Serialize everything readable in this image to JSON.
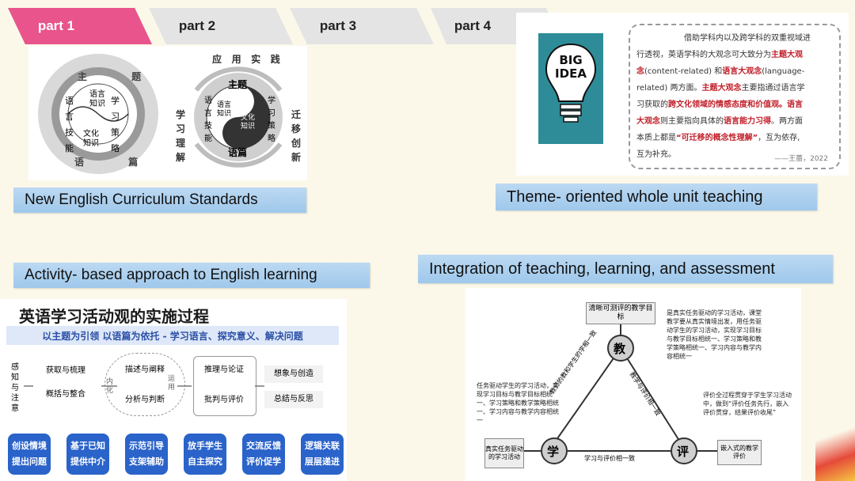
{
  "tabs": [
    {
      "label": "part 1",
      "active": true
    },
    {
      "label": "part 2",
      "active": false
    },
    {
      "label": "part 3",
      "active": false
    },
    {
      "label": "part 4",
      "active": false
    }
  ],
  "colors": {
    "active_tab": "#e8548b",
    "inactive_tab": "#e4e4e4",
    "caption_bg": "#a9cdee",
    "accent_red": "#c0202a",
    "blue": "#2a63c9"
  },
  "captions": {
    "standards": "New English Curriculum Standards",
    "theme": "Theme- oriented whole unit teaching",
    "activity": "Activity- based approach to English learning",
    "integration": "Integration of teaching, learning, and assessment"
  },
  "circle1": {
    "outer_top": "主  题",
    "outer_bottom": "语  篇",
    "inner": [
      "语言知识",
      "文化知识"
    ],
    "left_col": [
      "语",
      "言",
      "技",
      "能"
    ],
    "right_col": [
      "学",
      "习",
      "策",
      "略"
    ]
  },
  "circle2": {
    "arc_top": [
      "应",
      "用",
      "实",
      "践"
    ],
    "arc_left": [
      "学",
      "习",
      "理",
      "解"
    ],
    "arc_right": [
      "迁",
      "移",
      "创",
      "新"
    ],
    "theme": "主题",
    "text_word": "语篇",
    "inner": [
      "语言知识",
      "文化知识"
    ],
    "left_col": [
      "语",
      "言",
      "技",
      "能"
    ],
    "right_col": [
      "学",
      "习",
      "策",
      "略"
    ]
  },
  "big_idea": {
    "line1": "BIG",
    "line2": "IDEA"
  },
  "quote": {
    "lines": [
      "借助学科内以及跨学科的双重视域进",
      "行透视，英语学科的大观念可大致分为主题大观",
      "念 (content-related) 和语言大观念 (language-",
      "related) 两方面。主题大观念主要指通过语言学",
      "习获取的跨文化领域的情感态度和价值观。语言",
      "大观念则主要指向具体的语言能力习得。两方面",
      "本质上都是“可迁移的概念性理解”，互为依存,",
      "互为补充。"
    ],
    "signature": "——王蔷，2022"
  },
  "activity": {
    "title": "英语学习活动观的实施过程",
    "subtitle": "以主题为引领 以语篇为依托 - 学习语言、探究意义、解决问题",
    "stages": [
      "感知与注意",
      "获取与梳理",
      "概括与整合",
      "内化",
      "描述与阐释",
      "分析与判断",
      "运用",
      "推理与论证",
      "批判与评价",
      "想象与创造",
      "总结与反思"
    ],
    "buttons": [
      [
        "创设情境",
        "提出问题"
      ],
      [
        "基于已知",
        "提供中介"
      ],
      [
        "示范引导",
        "支架辅助"
      ],
      [
        "放手学生",
        "自主探究"
      ],
      [
        "交流反馈",
        "评价促学"
      ],
      [
        "逻辑关联",
        "层层递进"
      ]
    ]
  },
  "triangle": {
    "top_box": "清晰可测评的教学目标",
    "jiao": "教",
    "xue": "学",
    "ping": "评",
    "left_side": "教师的教和学生的学相一致",
    "right_side": "教学与评价相一致",
    "bottom_side": "学习与评价相一致",
    "left_box": "真实任务驱动的学习活动",
    "right_box": "嵌入式的教学评价",
    "top_right_note": "是真实任务驱动的学习活动，课堂教学要从真实情境出发，用任务驱动学生的学习活动，实现学习目标与教学目标相统一、学习策略和教学策略相统一、学习内容与教学内容相统一",
    "left_note": "任务驱动学生的学习活动，实现学习目标与教学目标相统一、学习策略和教学策略相统一、学习内容与教学内容相统一",
    "right_note": "评价全过程贯穿于学生学习活动中，做到“评价任务先行，嵌入评价贯穿，结果评价收尾”"
  }
}
